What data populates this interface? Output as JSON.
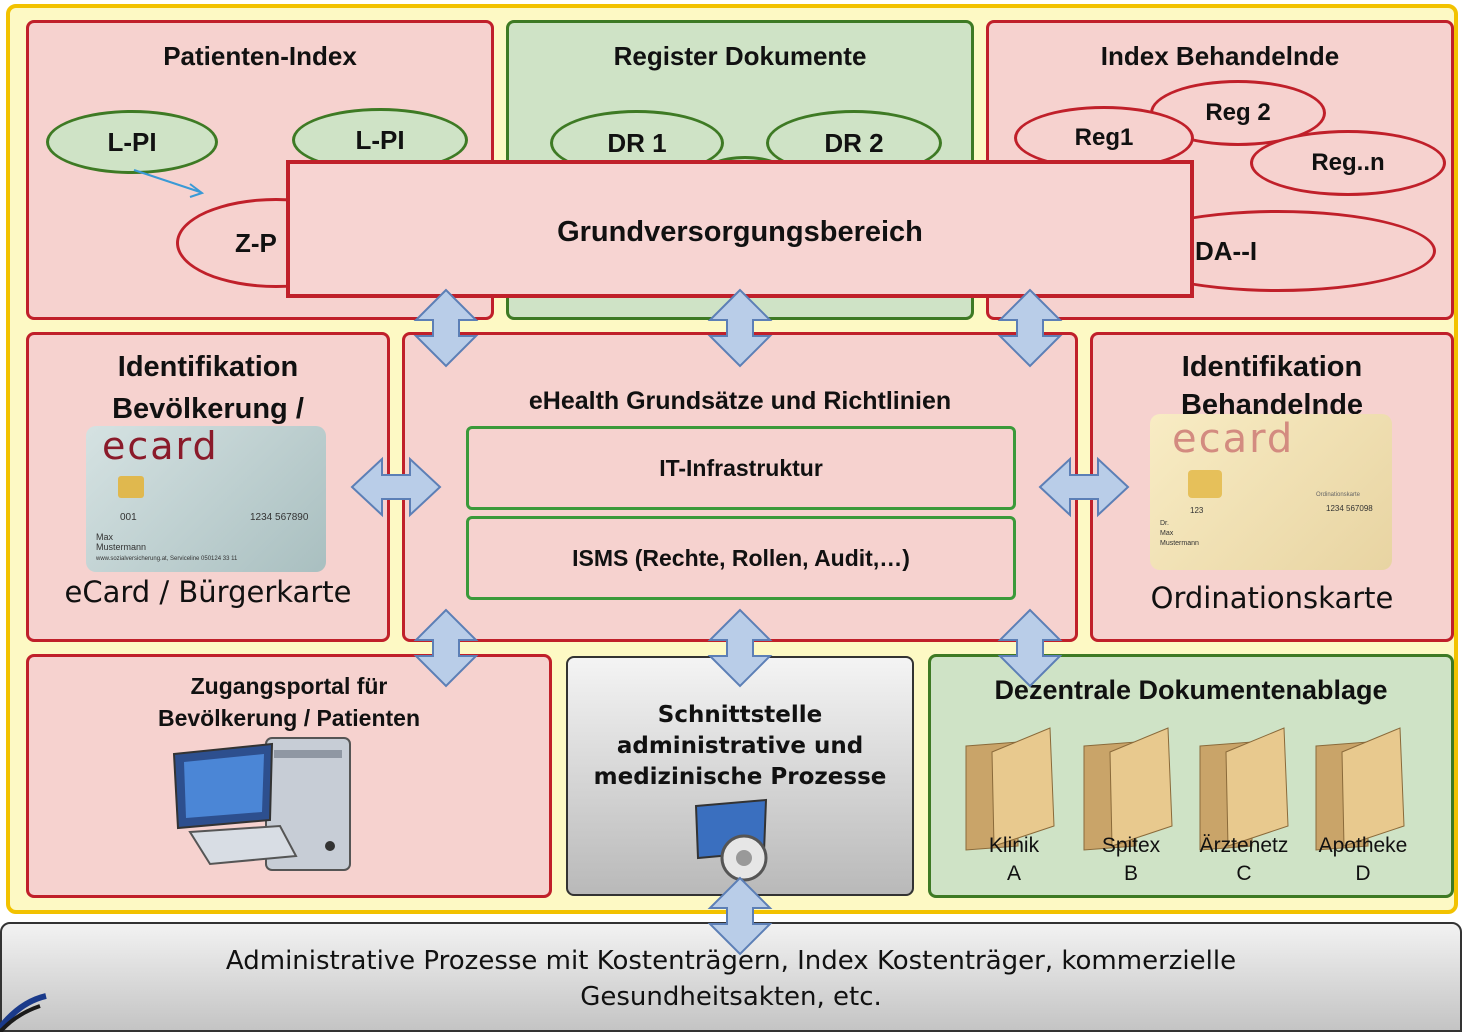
{
  "boxes": {
    "patienten_index": {
      "title": "Patienten-Index",
      "ovals": [
        "L-PI",
        "L-PI",
        "Z-P"
      ]
    },
    "register": {
      "title": "Register Dokumente",
      "ovals": [
        "DR 1",
        "DR 2"
      ]
    },
    "index_behandelnde": {
      "title": "Index Behandelnde",
      "ovals": [
        "Reg1",
        "Reg 2",
        "Reg..n",
        "DA--I"
      ]
    },
    "grundversorgung": {
      "title": "Grundversorgungsbereich"
    },
    "ident_bev": {
      "title_line1": "Identifikation",
      "title_line2": "Bevölkerung /",
      "caption": "eCard / Bürgerkarte"
    },
    "center": {
      "title": "eHealth Grundsätze und Richtlinien",
      "box1": "IT-Infrastruktur",
      "box2": "ISMS (Rechte, Rollen, Audit,…)"
    },
    "ident_beh": {
      "title_line1": "Identifikation",
      "title_line2": "Behandelnde",
      "caption": "Ordinationskarte"
    },
    "zugang": {
      "title_line1": "Zugangsportal für",
      "title_line2": "Bevölkerung / Patienten"
    },
    "schnittstelle": {
      "line1": "Schnittstelle",
      "line2": "administrative und",
      "line3": "medizinische Prozesse"
    },
    "dezentral": {
      "title": "Dezentrale Dokumentenablage",
      "folders": [
        {
          "name": "Klinik",
          "letter": "A"
        },
        {
          "name": "Spitex",
          "letter": "B"
        },
        {
          "name": "Ärztenetz",
          "letter": "C"
        },
        {
          "name": "Apotheke",
          "letter": "D"
        }
      ]
    },
    "bottom": {
      "line1": "Administrative Prozesse mit Kostenträgern, Index Kostenträger, kommerzielle",
      "line2": "Gesundheitsakten, etc."
    }
  },
  "ecard1": {
    "logo": "ecard",
    "number_left": "001",
    "number_right": "1234 567890",
    "name1": "Max",
    "name2": "Mustermann",
    "footer": "www.sozialversicherung.at, Serviceline 050124 33 11"
  },
  "ecard2": {
    "logo": "ecard",
    "number_left": "123",
    "number_right": "1234 567098",
    "name1": "Dr.",
    "name2": "Max",
    "name3": "Mustermann",
    "label": "Ordinationskarte"
  },
  "colors": {
    "red_border": "#c0202a",
    "red_fill": "#f6d2cf",
    "green_border": "#3e7a24",
    "green_fill": "#cfe3c6",
    "yellow_frame": "#f2c200",
    "arrow_fill": "#b9cde8"
  }
}
